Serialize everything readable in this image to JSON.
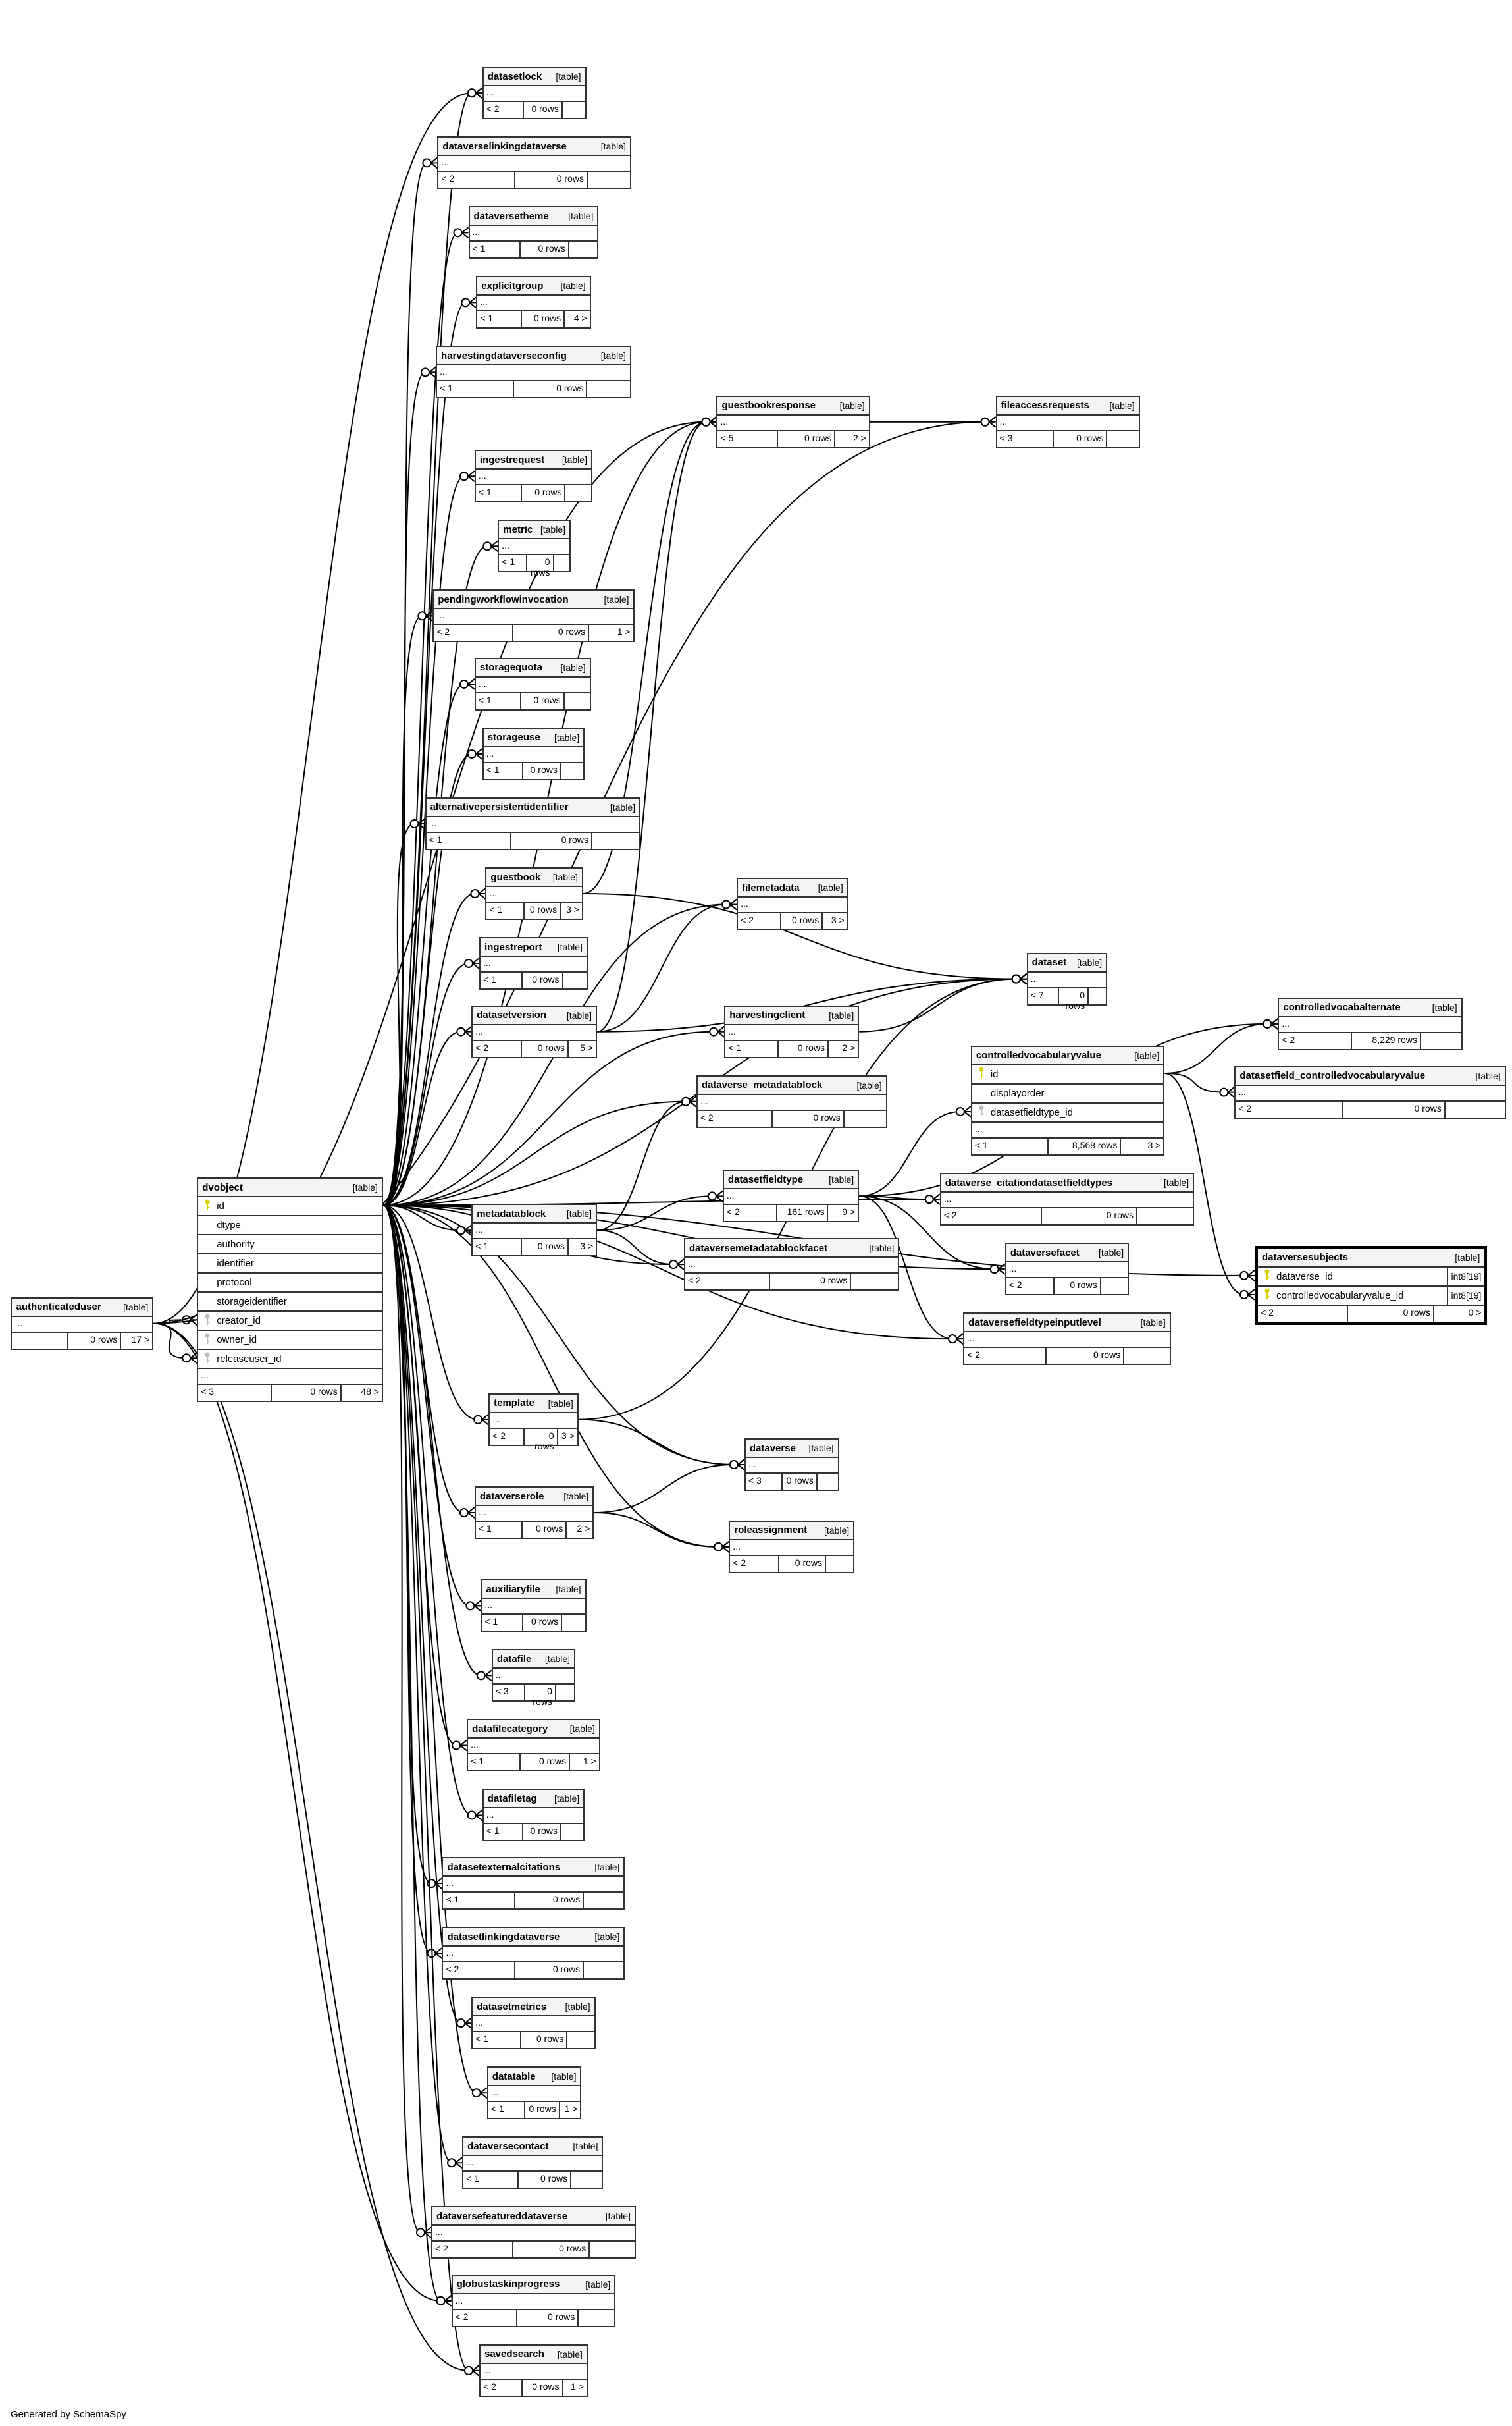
{
  "footer_text": "Generated by SchemaSpy",
  "kind_label": "[table]",
  "ellipsis": "...",
  "tables": [
    {
      "name": "authenticateduser",
      "parents": "",
      "rows": "0 rows",
      "children": "17 >"
    },
    {
      "name": "dvobject",
      "parents": "< 3",
      "rows": "0 rows",
      "children": "48 >",
      "columns": [
        {
          "name": "id",
          "key": "pk"
        },
        {
          "name": "dtype",
          "key": ""
        },
        {
          "name": "authority",
          "key": ""
        },
        {
          "name": "identifier",
          "key": ""
        },
        {
          "name": "protocol",
          "key": ""
        },
        {
          "name": "storageidentifier",
          "key": ""
        },
        {
          "name": "creator_id",
          "key": "fk"
        },
        {
          "name": "owner_id",
          "key": "fk"
        },
        {
          "name": "releaseuser_id",
          "key": "fk"
        }
      ],
      "has_more": true
    },
    {
      "name": "datasetlock",
      "parents": "< 2",
      "rows": "0 rows",
      "children": ""
    },
    {
      "name": "dataverselinkingdataverse",
      "parents": "< 2",
      "rows": "0 rows",
      "children": ""
    },
    {
      "name": "dataversetheme",
      "parents": "< 1",
      "rows": "0 rows",
      "children": ""
    },
    {
      "name": "explicitgroup",
      "parents": "< 1",
      "rows": "0 rows",
      "children": "4 >"
    },
    {
      "name": "harvestingdataverseconfig",
      "parents": "< 1",
      "rows": "0 rows",
      "children": ""
    },
    {
      "name": "ingestrequest",
      "parents": "< 1",
      "rows": "0 rows",
      "children": ""
    },
    {
      "name": "metric",
      "parents": "< 1",
      "rows": "0 rows",
      "children": ""
    },
    {
      "name": "pendingworkflowinvocation",
      "parents": "< 2",
      "rows": "0 rows",
      "children": "1 >"
    },
    {
      "name": "storagequota",
      "parents": "< 1",
      "rows": "0 rows",
      "children": ""
    },
    {
      "name": "storageuse",
      "parents": "< 1",
      "rows": "0 rows",
      "children": ""
    },
    {
      "name": "alternativepersistentidentifier",
      "parents": "< 1",
      "rows": "0 rows",
      "children": ""
    },
    {
      "name": "guestbook",
      "parents": "< 1",
      "rows": "0 rows",
      "children": "3 >"
    },
    {
      "name": "ingestreport",
      "parents": "< 1",
      "rows": "0 rows",
      "children": ""
    },
    {
      "name": "datasetversion",
      "parents": "< 2",
      "rows": "0 rows",
      "children": "5 >"
    },
    {
      "name": "metadatablock",
      "parents": "< 1",
      "rows": "0 rows",
      "children": "3 >"
    },
    {
      "name": "template",
      "parents": "< 2",
      "rows": "0 rows",
      "children": "3 >"
    },
    {
      "name": "dataverserole",
      "parents": "< 1",
      "rows": "0 rows",
      "children": "2 >"
    },
    {
      "name": "auxiliaryfile",
      "parents": "< 1",
      "rows": "0 rows",
      "children": ""
    },
    {
      "name": "datafile",
      "parents": "< 3",
      "rows": "0 rows",
      "children": ""
    },
    {
      "name": "datafilecategory",
      "parents": "< 1",
      "rows": "0 rows",
      "children": "1 >"
    },
    {
      "name": "datafiletag",
      "parents": "< 1",
      "rows": "0 rows",
      "children": ""
    },
    {
      "name": "datasetexternalcitations",
      "parents": "< 1",
      "rows": "0 rows",
      "children": ""
    },
    {
      "name": "datasetlinkingdataverse",
      "parents": "< 2",
      "rows": "0 rows",
      "children": ""
    },
    {
      "name": "datasetmetrics",
      "parents": "< 1",
      "rows": "0 rows",
      "children": ""
    },
    {
      "name": "datatable",
      "parents": "< 1",
      "rows": "0 rows",
      "children": "1 >"
    },
    {
      "name": "dataversecontact",
      "parents": "< 1",
      "rows": "0 rows",
      "children": ""
    },
    {
      "name": "dataversefeatureddataverse",
      "parents": "< 2",
      "rows": "0 rows",
      "children": ""
    },
    {
      "name": "globustaskinprogress",
      "parents": "< 2",
      "rows": "0 rows",
      "children": ""
    },
    {
      "name": "savedsearch",
      "parents": "< 2",
      "rows": "0 rows",
      "children": "1 >"
    },
    {
      "name": "guestbookresponse",
      "parents": "< 5",
      "rows": "0 rows",
      "children": "2 >"
    },
    {
      "name": "fileaccessrequests",
      "parents": "< 3",
      "rows": "0 rows",
      "children": ""
    },
    {
      "name": "filemetadata",
      "parents": "< 2",
      "rows": "0 rows",
      "children": "3 >"
    },
    {
      "name": "harvestingclient",
      "parents": "< 1",
      "rows": "0 rows",
      "children": "2 >"
    },
    {
      "name": "dataverse_metadatablock",
      "parents": "< 2",
      "rows": "0 rows",
      "children": ""
    },
    {
      "name": "datasetfieldtype",
      "parents": "< 2",
      "rows": "161 rows",
      "children": "9 >"
    },
    {
      "name": "dataversemetadatablockfacet",
      "parents": "< 2",
      "rows": "0 rows",
      "children": ""
    },
    {
      "name": "dataset",
      "parents": "< 7",
      "rows": "0 rows",
      "children": ""
    },
    {
      "name": "controlledvocabalternate",
      "parents": "< 2",
      "rows": "8,229 rows",
      "children": ""
    },
    {
      "name": "controlledvocabularyvalue",
      "parents": "< 1",
      "rows": "8,568 rows",
      "children": "3 >",
      "columns": [
        {
          "name": "id",
          "key": "pk"
        },
        {
          "name": "displayorder",
          "key": ""
        },
        {
          "name": "datasetfieldtype_id",
          "key": "fk"
        }
      ],
      "has_more": true
    },
    {
      "name": "datasetfield_controlledvocabularyvalue",
      "parents": "< 2",
      "rows": "0 rows",
      "children": ""
    },
    {
      "name": "dataverse_citationdatasetfieldtypes",
      "parents": "< 2",
      "rows": "0 rows",
      "children": ""
    },
    {
      "name": "dataversefacet",
      "parents": "< 2",
      "rows": "0 rows",
      "children": ""
    },
    {
      "name": "dataversefieldtypeinputlevel",
      "parents": "< 2",
      "rows": "0 rows",
      "children": ""
    },
    {
      "name": "dataversesubjects",
      "parents": "< 2",
      "rows": "0 rows",
      "children": "0 >",
      "focused": true,
      "columns": [
        {
          "name": "dataverse_id",
          "key": "pk",
          "type": "int8[19]"
        },
        {
          "name": "controlledvocabularyvalue_id",
          "key": "pk",
          "type": "int8[19]"
        }
      ],
      "has_more": false
    },
    {
      "name": "dataverse",
      "parents": "< 3",
      "rows": "0 rows",
      "children": ""
    },
    {
      "name": "roleassignment",
      "parents": "< 2",
      "rows": "0 rows",
      "children": ""
    }
  ],
  "relationships": [
    {
      "from": "authenticateduser",
      "to": "dvobject",
      "to_column": "creator_id"
    },
    {
      "from": "authenticateduser",
      "to": "dvobject",
      "to_column": "releaseuser_id"
    },
    {
      "from": "authenticateduser",
      "to": "datasetlock"
    },
    {
      "from": "authenticateduser",
      "to": "guestbookresponse"
    },
    {
      "from": "authenticateduser",
      "to": "fileaccessrequests"
    },
    {
      "from": "authenticateduser",
      "to": "savedsearch"
    },
    {
      "from": "authenticateduser",
      "to": "globustaskinprogress"
    },
    {
      "from": "dvobject",
      "to": "datasetlock"
    },
    {
      "from": "dvobject",
      "to": "dataverselinkingdataverse"
    },
    {
      "from": "dvobject",
      "to": "dataversetheme"
    },
    {
      "from": "dvobject",
      "to": "explicitgroup"
    },
    {
      "from": "dvobject",
      "to": "harvestingdataverseconfig"
    },
    {
      "from": "dvobject",
      "to": "guestbookresponse"
    },
    {
      "from": "dvobject",
      "to": "ingestrequest"
    },
    {
      "from": "dvobject",
      "to": "metric"
    },
    {
      "from": "dvobject",
      "to": "pendingworkflowinvocation"
    },
    {
      "from": "dvobject",
      "to": "storagequota"
    },
    {
      "from": "dvobject",
      "to": "storageuse"
    },
    {
      "from": "dvobject",
      "to": "alternativepersistentidentifier"
    },
    {
      "from": "dvobject",
      "to": "guestbook"
    },
    {
      "from": "dvobject",
      "to": "ingestreport"
    },
    {
      "from": "dvobject",
      "to": "datasetversion"
    },
    {
      "from": "dvobject",
      "to": "filemetadata"
    },
    {
      "from": "dvobject",
      "to": "dataset"
    },
    {
      "from": "dvobject",
      "to": "harvestingclient"
    },
    {
      "from": "dvobject",
      "to": "dataverse_metadatablock"
    },
    {
      "from": "dvobject",
      "to": "metadatablock"
    },
    {
      "from": "dvobject",
      "to": "dataversemetadatablockfacet"
    },
    {
      "from": "dvobject",
      "to": "dataverse_citationdatasetfieldtypes"
    },
    {
      "from": "dvobject",
      "to": "dataversefacet"
    },
    {
      "from": "dvobject",
      "to": "dataversefieldtypeinputlevel"
    },
    {
      "from": "dvobject",
      "to": "dataversesubjects",
      "to_column": "dataverse_id"
    },
    {
      "from": "dvobject",
      "to": "template"
    },
    {
      "from": "dvobject",
      "to": "dataverse"
    },
    {
      "from": "dvobject",
      "to": "dataverserole"
    },
    {
      "from": "dvobject",
      "to": "roleassignment"
    },
    {
      "from": "dvobject",
      "to": "auxiliaryfile"
    },
    {
      "from": "dvobject",
      "to": "datafile"
    },
    {
      "from": "dvobject",
      "to": "datafilecategory"
    },
    {
      "from": "dvobject",
      "to": "datafiletag"
    },
    {
      "from": "dvobject",
      "to": "datasetexternalcitations"
    },
    {
      "from": "dvobject",
      "to": "datasetlinkingdataverse"
    },
    {
      "from": "dvobject",
      "to": "datasetmetrics"
    },
    {
      "from": "dvobject",
      "to": "datatable"
    },
    {
      "from": "dvobject",
      "to": "dataversecontact"
    },
    {
      "from": "dvobject",
      "to": "dataversefeatureddataverse"
    },
    {
      "from": "dvobject",
      "to": "globustaskinprogress"
    },
    {
      "from": "dvobject",
      "to": "savedsearch"
    },
    {
      "from": "guestbook",
      "to": "guestbookresponse"
    },
    {
      "from": "guestbook",
      "to": "dataset"
    },
    {
      "from": "guestbookresponse",
      "to": "fileaccessrequests"
    },
    {
      "from": "datasetversion",
      "to": "filemetadata"
    },
    {
      "from": "datasetversion",
      "to": "guestbookresponse"
    },
    {
      "from": "datasetversion",
      "to": "dataset"
    },
    {
      "from": "harvestingclient",
      "to": "dataset"
    },
    {
      "from": "metadatablock",
      "to": "datasetfieldtype"
    },
    {
      "from": "metadatablock",
      "to": "dataverse_metadatablock"
    },
    {
      "from": "metadatablock",
      "to": "dataversemetadatablockfacet"
    },
    {
      "from": "datasetfieldtype",
      "to": "controlledvocabularyvalue",
      "to_column": "datasetfieldtype_id"
    },
    {
      "from": "datasetfieldtype",
      "to": "dataverse_citationdatasetfieldtypes"
    },
    {
      "from": "datasetfieldtype",
      "to": "dataversefacet"
    },
    {
      "from": "datasetfieldtype",
      "to": "dataversefieldtypeinputlevel"
    },
    {
      "from": "datasetfieldtype",
      "to": "controlledvocabalternate"
    },
    {
      "from": "controlledvocabularyvalue",
      "to": "controlledvocabalternate"
    },
    {
      "from": "controlledvocabularyvalue",
      "to": "datasetfield_controlledvocabularyvalue"
    },
    {
      "from": "controlledvocabularyvalue",
      "to": "dataversesubjects",
      "to_column": "controlledvocabularyvalue_id"
    },
    {
      "from": "template",
      "to": "dataverse"
    },
    {
      "from": "template",
      "to": "dataset"
    },
    {
      "from": "dataverserole",
      "to": "roleassignment"
    },
    {
      "from": "dataverserole",
      "to": "dataverse"
    }
  ]
}
